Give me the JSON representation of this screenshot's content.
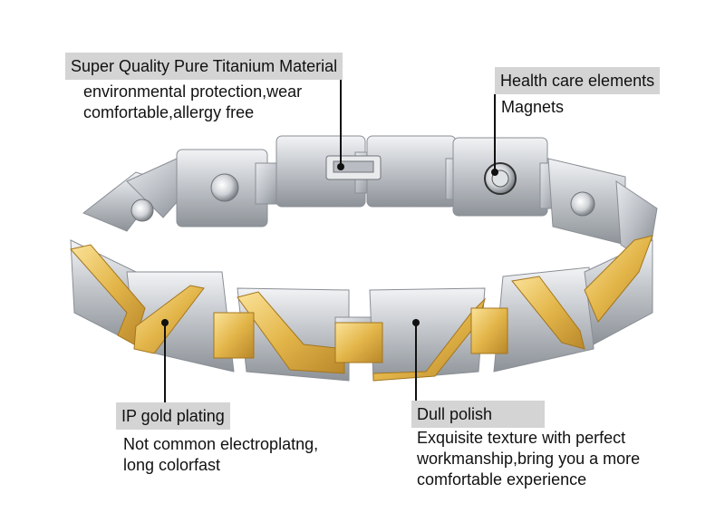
{
  "callouts": {
    "titanium": {
      "title": "Super Quality Pure Titanium Material",
      "lines": [
        "environmental protection,wear",
        "comfortable,allergy free"
      ]
    },
    "health": {
      "title": "Health care elements",
      "lines": [
        "Magnets"
      ]
    },
    "gold": {
      "title": "IP gold plating",
      "lines": [
        "Not common electroplatng,",
        "long colorfast"
      ]
    },
    "dull": {
      "title": "Dull polish",
      "lines": [
        "Exquisite texture with perfect",
        "workmanship,bring you a more",
        "comfortable experience"
      ]
    }
  },
  "colors": {
    "label_bg": "#d4d4d4",
    "gold": "#e3b64a",
    "silver": "#c9ccd0"
  }
}
